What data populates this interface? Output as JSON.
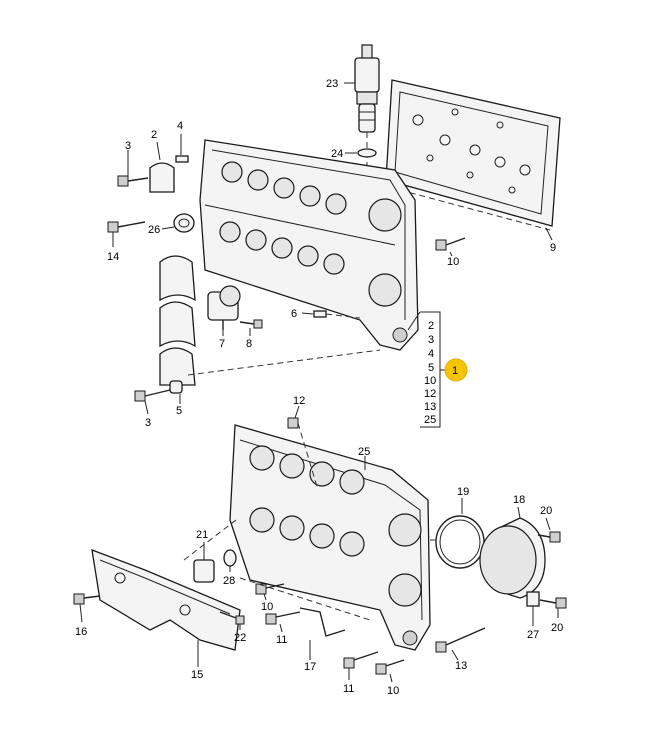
{
  "callouts": {
    "c23": "23",
    "c2": "2",
    "c4": "4",
    "c3a": "3",
    "c24": "24",
    "c26": "26",
    "c14": "14",
    "c9": "9",
    "c10a": "10",
    "c6": "6",
    "c7": "7",
    "c8": "8",
    "c3b": "3",
    "c5": "5",
    "c12": "12",
    "c25": "25",
    "c19": "19",
    "c18": "18",
    "c20a": "20",
    "c21": "21",
    "c28": "28",
    "c10b": "10",
    "c16": "16",
    "c22": "22",
    "c11a": "11",
    "c17": "17",
    "c15": "15",
    "c27": "27",
    "c20b": "20",
    "c13": "13",
    "c11b": "11",
    "c10c": "10"
  },
  "bracket_list": [
    "2",
    "3",
    "4",
    "5",
    "10",
    "12",
    "13",
    "25"
  ],
  "highlight": {
    "label": "1",
    "color": "#f5c400"
  }
}
